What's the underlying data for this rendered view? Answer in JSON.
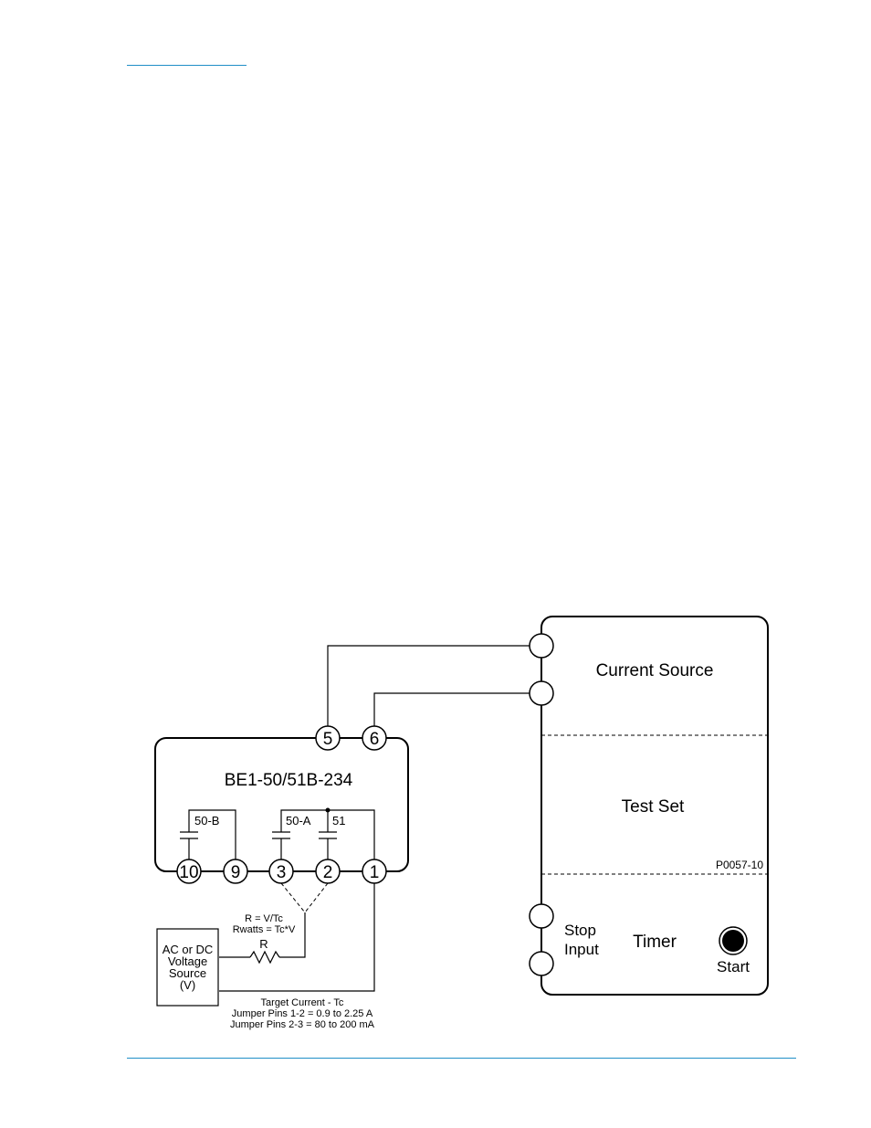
{
  "relay": {
    "title": "BE1-50/51B-234",
    "terminals": [
      "5",
      "6",
      "10",
      "9",
      "3",
      "2",
      "1"
    ],
    "contacts": [
      "50-B",
      "50-A",
      "51"
    ]
  },
  "test_set": {
    "current_source_label": "Current Source",
    "test_set_label": "Test Set",
    "figure_id": "P0057-10",
    "stop_input_line1": "Stop",
    "stop_input_line2": "Input",
    "timer_label": "Timer",
    "start_label": "Start"
  },
  "voltage_source": {
    "line1": "AC or DC",
    "line2": "Voltage",
    "line3": "Source",
    "line4": "(V)"
  },
  "resistor": {
    "formula1": "R = V/Tc",
    "formula2": "Rwatts = Tc*V",
    "label": "R"
  },
  "notes": {
    "line1": "Target Current - Tc",
    "line2": "Jumper Pins 1-2 = 0.9 to 2.25 A",
    "line3": "Jumper Pins 2-3 = 80 to 200 mA"
  }
}
